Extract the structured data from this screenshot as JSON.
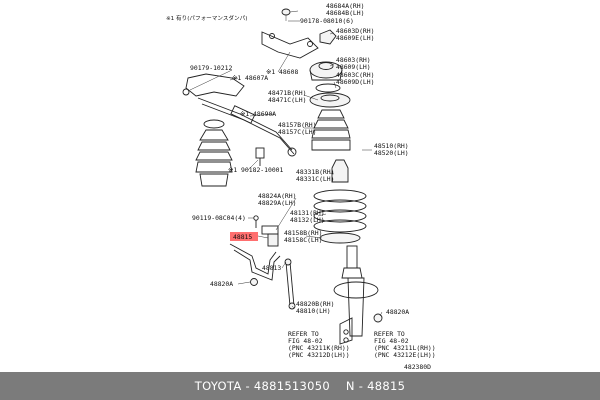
{
  "labels": {
    "note_top": "※1 有り(パフォーマンスダンパ)",
    "p48684": "48684A(RH)",
    "p48684b": "48684B(LH)",
    "p90178": "90178-08010(6)",
    "p48603d": "48603D(RH)",
    "p48609e": "48609E(LH)",
    "p48608": "※1 48608",
    "p90179": "90179-10212",
    "p48607a": "※1 48607A",
    "p48603": "48603(RH)",
    "p48609": "48609(LH)",
    "p48603c": "48603C(RH)",
    "p48609d": "48609D(LH)",
    "p48471b": "48471B(RH)",
    "p48471c": "48471C(LH)",
    "p48690a": "※1 48690A",
    "p48157b": "48157B(RH)",
    "p48157c": "48157C(LH)",
    "p48510": "48510(RH)",
    "p48520": "48520(LH)",
    "p90182": "※1 90182-10001",
    "p48331b": "48331B(RH)",
    "p48331c": "48331C(LH)",
    "p48824a": "48824A(RH)",
    "p48829a": "48829A(LH)",
    "p90119": "90119-08C04(4)",
    "p48131": "48131(RH)",
    "p48132": "48132(LH)",
    "p48815": "48815",
    "p48158b": "48158B(RH)",
    "p48158c": "48158C(LH)",
    "p48813": "48813",
    "p48820a_l": "48820A",
    "p48820b": "48820B(RH)",
    "p48810": "48810(LH)",
    "p48820a_r": "48820A",
    "ref_left_1": "REFER TO",
    "ref_left_2": "FIG 48-02",
    "ref_left_3": "(PNC 43211K(RH))",
    "ref_left_4": "(PNC 43212D(LH))",
    "ref_right_1": "REFER TO",
    "ref_right_2": "FIG 48-02",
    "ref_right_3": "(PNC 43211L(RH))",
    "ref_right_4": "(PNC 43212E(LH))",
    "drawing_code": "482380D"
  },
  "footer": {
    "text": "TOYOTA - 4881513050    N - 48815"
  },
  "colors": {
    "highlight": "#ff6f6f",
    "footer_bg": "#7b7b7b",
    "footer_text": "#ffffff"
  }
}
